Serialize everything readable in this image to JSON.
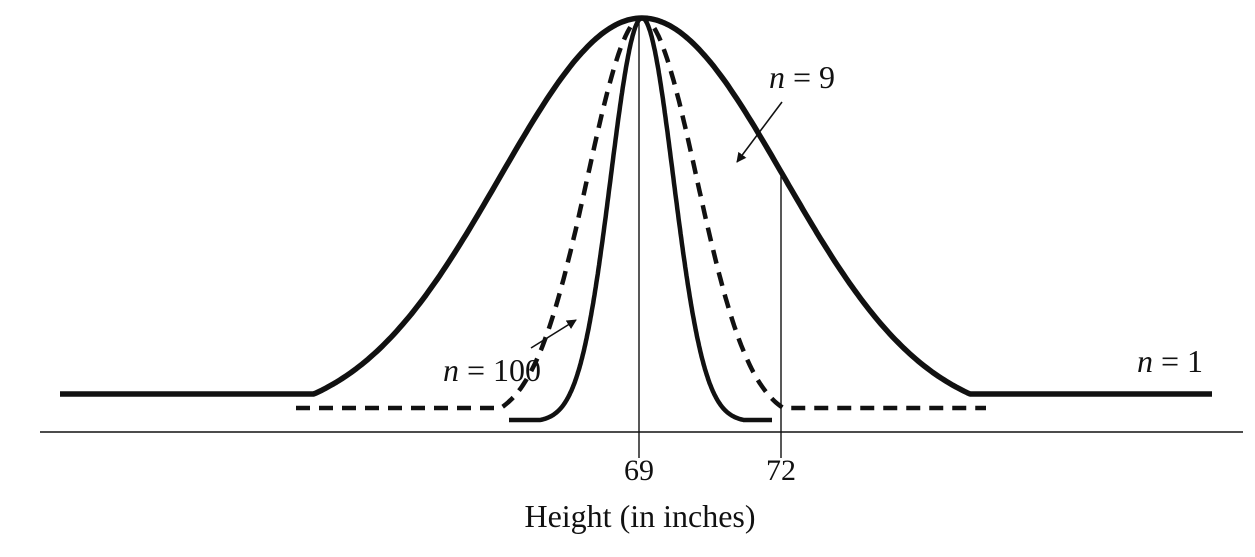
{
  "chart_data": {
    "type": "line",
    "xlabel": "Height (in inches)",
    "ylabel": "",
    "x_ticks": [
      69,
      72
    ],
    "mean": 69,
    "marked_value": 72,
    "series": [
      {
        "name": "n = 1",
        "label_var": "n",
        "label_eq": " = ",
        "label_val": "1",
        "n": 1,
        "style": "solid",
        "stroke_width": "thick"
      },
      {
        "name": "n = 9",
        "label_var": "n",
        "label_eq": " = ",
        "label_val": "9",
        "n": 9,
        "style": "dashed",
        "stroke_width": "thick"
      },
      {
        "name": "n = 100",
        "label_var": "n",
        "label_eq": " = ",
        "label_val": "100",
        "n": 100,
        "style": "solid",
        "stroke_width": "thick"
      }
    ],
    "grid": false,
    "legend": "inline labels with arrows",
    "colors": {
      "line": "#111111",
      "background": "#ffffff"
    }
  }
}
